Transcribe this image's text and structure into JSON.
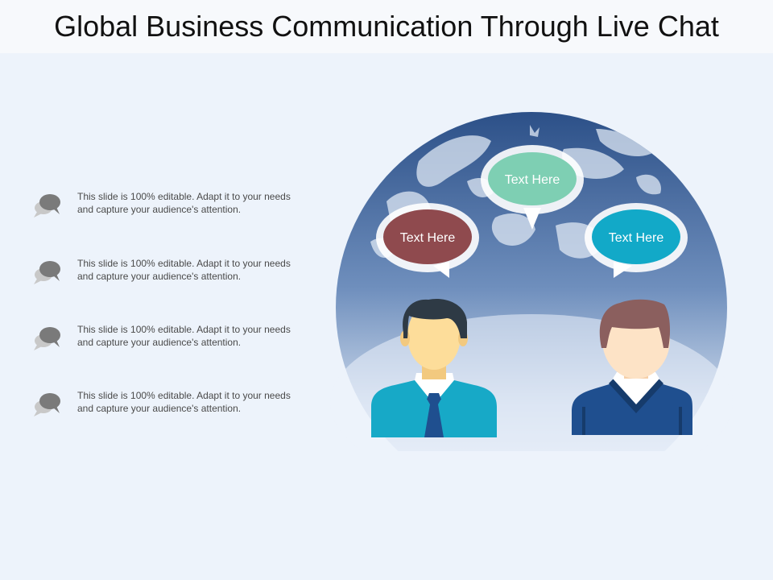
{
  "slide": {
    "title": "Global Business Communication Through Live Chat",
    "bullets": [
      {
        "line1": "This slide is 100% editable. Adapt it to your needs",
        "line2": "and capture your audience's attention.",
        "icon": "chat-bubbles-icon"
      },
      {
        "line1": "This slide is 100% editable. Adapt it to your needs",
        "line2": "and capture your audience's attention.",
        "icon": "chat-bubbles-icon"
      },
      {
        "line1": "This slide is 100% editable. Adapt it to your needs",
        "line2": "and capture your audience's attention.",
        "icon": "chat-bubbles-icon"
      },
      {
        "line1": "This slide is 100% editable. Adapt it to your needs",
        "line2": "and capture your audience's attention.",
        "icon": "chat-bubbles-icon"
      }
    ],
    "bubbles": {
      "left": {
        "label": "Text Here",
        "color": "#8f4a4e"
      },
      "center": {
        "label": "Text Here",
        "color": "#7ecfb3"
      },
      "right": {
        "label": "Text Here",
        "color": "#12a9c8"
      }
    },
    "colors": {
      "globe": "#3b5f93",
      "person_left_shirt": "#17a9c7",
      "person_left_tie": "#1f4f8f",
      "person_right_sweater": "#1f4f8f",
      "skin": "#fddd9a",
      "hair_left": "#2e3a45",
      "hair_right": "#8b5f5e"
    }
  }
}
